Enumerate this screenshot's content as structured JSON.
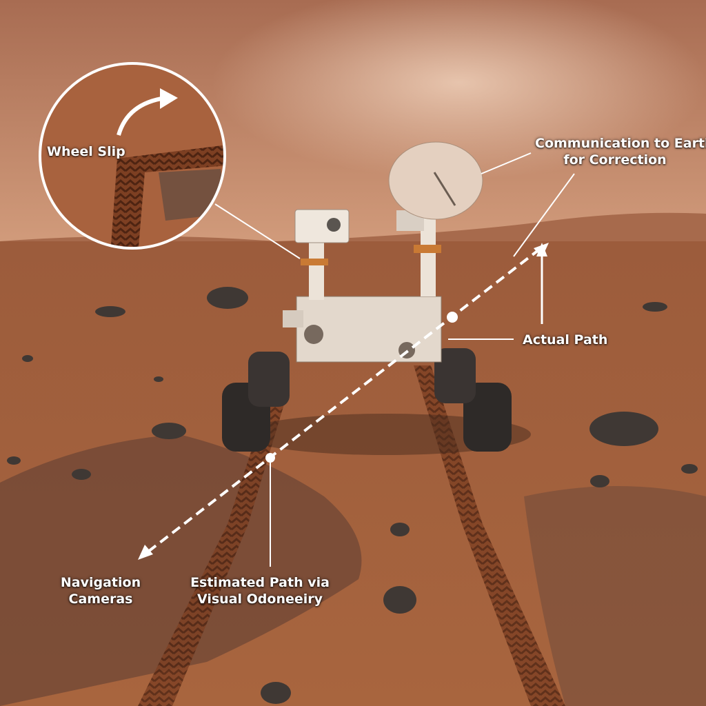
{
  "labels": {
    "wheel_slip": "Wheel Slip",
    "communication_line1": "Communication to Earth",
    "communication_line2": "for Correction",
    "actual_path": "Actual Path",
    "nav_cameras_line1": "Navigation",
    "nav_cameras_line2": "Cameras",
    "estimated_line1": "Estimated Path via",
    "estimated_line2": "Visual Odoneeiry"
  },
  "colors": {
    "sky_top": "#b9785a",
    "sky_horizon": "#d19a78",
    "ground": "#a4603a",
    "rock": "#3f3834",
    "rover_body": "#e6ddd3",
    "annotation": "#ffffff"
  }
}
